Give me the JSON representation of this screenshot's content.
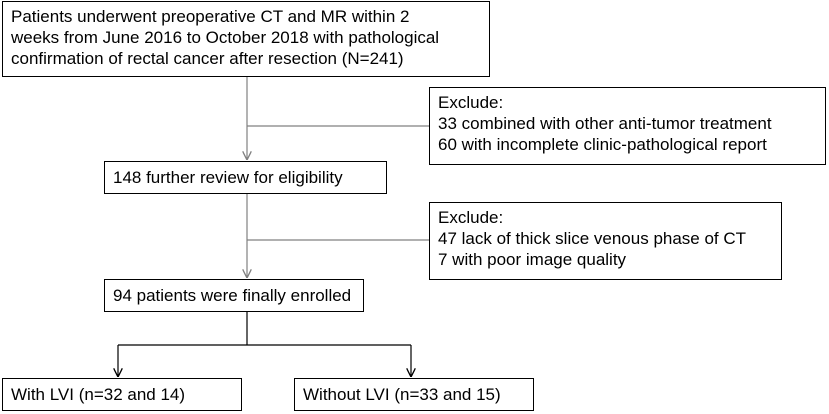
{
  "flowchart": {
    "top_box": {
      "lines": [
        "Patients underwent preoperative CT and MR within 2",
        "weeks from June 2016 to October 2018 with pathological",
        "confirmation of rectal cancer after resection (N=241)"
      ]
    },
    "exclude_1": {
      "lines": [
        "Exclude:",
        "33 combined with other anti-tumor treatment",
        "60 with incomplete clinic-pathological report"
      ]
    },
    "review_box": {
      "text": "148 further review for eligibility"
    },
    "exclude_2": {
      "lines": [
        "Exclude:",
        "47 lack of thick slice venous phase of CT",
        "7 with poor image quality"
      ]
    },
    "enrolled_box": {
      "text": "94 patients were finally enrolled"
    },
    "with_lvi_box": {
      "text": "With LVI (n=32 and 14)"
    },
    "without_lvi_box": {
      "text": "Without LVI (n=33 and 15)"
    }
  },
  "colors": {
    "line": "#000000",
    "arrow": "#808080",
    "background": "#ffffff"
  }
}
